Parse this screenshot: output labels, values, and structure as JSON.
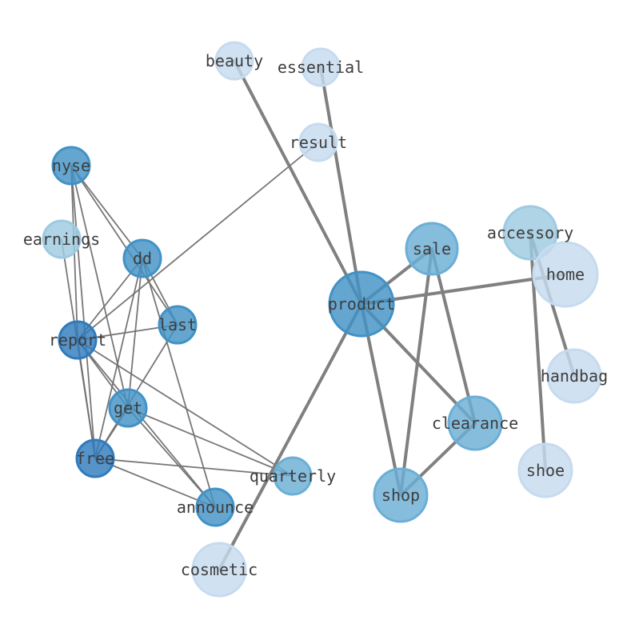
{
  "graph": {
    "nodes": [
      {
        "id": "beauty",
        "label": "beauty",
        "tone": 0
      },
      {
        "id": "essential",
        "label": "essential",
        "tone": 0
      },
      {
        "id": "result",
        "label": "result",
        "tone": 0
      },
      {
        "id": "nyse",
        "label": "nyse",
        "tone": 3
      },
      {
        "id": "earnings",
        "label": "earnings",
        "tone": 1
      },
      {
        "id": "dd",
        "label": "dd",
        "tone": 3
      },
      {
        "id": "last",
        "label": "last",
        "tone": 3
      },
      {
        "id": "report",
        "label": "report",
        "tone": 4
      },
      {
        "id": "get",
        "label": "get",
        "tone": 3
      },
      {
        "id": "free",
        "label": "free",
        "tone": 4
      },
      {
        "id": "quarterly",
        "label": "quarterly",
        "tone": 2
      },
      {
        "id": "announce",
        "label": "announce",
        "tone": 3
      },
      {
        "id": "cosmetic",
        "label": "cosmetic",
        "tone": 0
      },
      {
        "id": "product",
        "label": "product",
        "tone": 3
      },
      {
        "id": "sale",
        "label": "sale",
        "tone": 2
      },
      {
        "id": "accessory",
        "label": "accessory",
        "tone": 1
      },
      {
        "id": "home",
        "label": "home",
        "tone": 0
      },
      {
        "id": "handbag",
        "label": "handbag",
        "tone": 0
      },
      {
        "id": "clearance",
        "label": "clearance",
        "tone": 2
      },
      {
        "id": "shoe",
        "label": "shoe",
        "tone": 0
      },
      {
        "id": "shop",
        "label": "shop",
        "tone": 2
      }
    ],
    "edges": [
      {
        "source": "nyse",
        "target": "dd",
        "weight": "thin"
      },
      {
        "source": "nyse",
        "target": "last",
        "weight": "thin"
      },
      {
        "source": "nyse",
        "target": "report",
        "weight": "thin"
      },
      {
        "source": "nyse",
        "target": "free",
        "weight": "thin"
      },
      {
        "source": "nyse",
        "target": "get",
        "weight": "thin"
      },
      {
        "source": "earnings",
        "target": "free",
        "weight": "thin"
      },
      {
        "source": "dd",
        "target": "report",
        "weight": "thin"
      },
      {
        "source": "dd",
        "target": "get",
        "weight": "thin"
      },
      {
        "source": "dd",
        "target": "free",
        "weight": "thin"
      },
      {
        "source": "dd",
        "target": "announce",
        "weight": "thin"
      },
      {
        "source": "dd",
        "target": "last",
        "weight": "thin"
      },
      {
        "source": "last",
        "target": "report",
        "weight": "thin"
      },
      {
        "source": "last",
        "target": "free",
        "weight": "thin"
      },
      {
        "source": "result",
        "target": "report",
        "weight": "thin"
      },
      {
        "source": "report",
        "target": "get",
        "weight": "thin"
      },
      {
        "source": "report",
        "target": "free",
        "weight": "thin"
      },
      {
        "source": "report",
        "target": "quarterly",
        "weight": "thin"
      },
      {
        "source": "report",
        "target": "announce",
        "weight": "thin"
      },
      {
        "source": "get",
        "target": "quarterly",
        "weight": "thin"
      },
      {
        "source": "get",
        "target": "announce",
        "weight": "thin"
      },
      {
        "source": "get",
        "target": "free",
        "weight": "thin"
      },
      {
        "source": "free",
        "target": "quarterly",
        "weight": "thin"
      },
      {
        "source": "free",
        "target": "announce",
        "weight": "thin"
      },
      {
        "source": "beauty",
        "target": "product",
        "weight": "thick"
      },
      {
        "source": "essential",
        "target": "product",
        "weight": "thick"
      },
      {
        "source": "cosmetic",
        "target": "product",
        "weight": "thick"
      },
      {
        "source": "product",
        "target": "sale",
        "weight": "thick"
      },
      {
        "source": "product",
        "target": "home",
        "weight": "thick"
      },
      {
        "source": "product",
        "target": "clearance",
        "weight": "thick"
      },
      {
        "source": "product",
        "target": "shop",
        "weight": "thick"
      },
      {
        "source": "sale",
        "target": "clearance",
        "weight": "thick"
      },
      {
        "source": "sale",
        "target": "shop",
        "weight": "thick"
      },
      {
        "source": "clearance",
        "target": "shop",
        "weight": "thick"
      },
      {
        "source": "accessory",
        "target": "handbag",
        "weight": "thick"
      },
      {
        "source": "accessory",
        "target": "shoe",
        "weight": "thick"
      }
    ],
    "colors": {
      "tones": [
        "#c6dbef",
        "#9ecae1",
        "#6baed6",
        "#4292c6",
        "#2f7bbd"
      ],
      "thin_edge": "#707070",
      "thick_edge": "#808080",
      "label": "#3d3d3d"
    }
  }
}
